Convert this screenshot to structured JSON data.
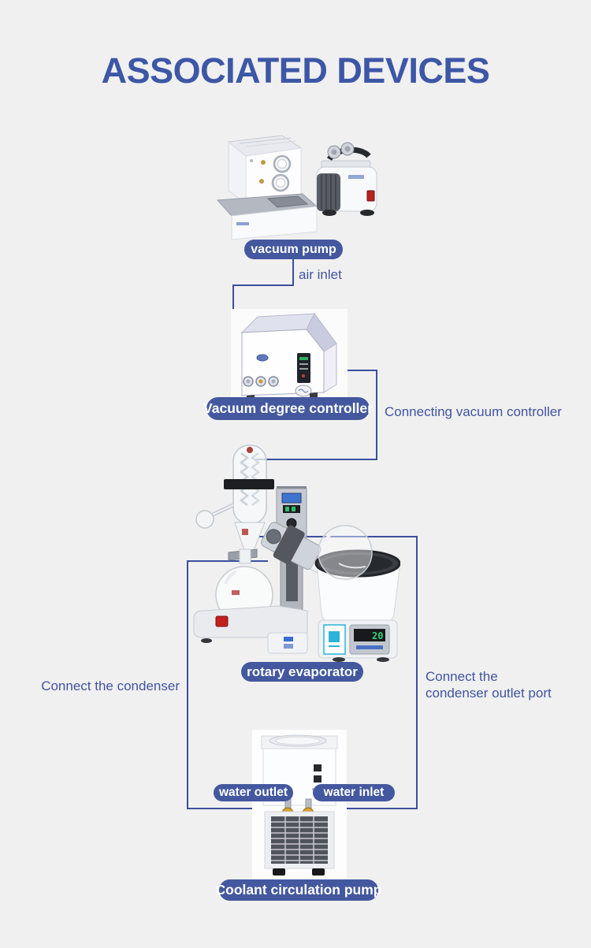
{
  "title": {
    "text": "ASSOCIATED DEVICES"
  },
  "colors": {
    "background": "#f0f0f1",
    "title": "#3d57a6",
    "pill_bg": "#44589f",
    "pill_text": "#ffffff",
    "line": "#3b4f9c",
    "annotation": "#41549f"
  },
  "pills": {
    "vacuum_pump": "vacuum pump",
    "vacuum_degree_controller": "Vacuum degree controller",
    "rotary_evaporator": "rotary evaporator",
    "water_outlet": "water outlet",
    "water_inlet": "water inlet",
    "coolant_circulation_pump": "Coolant circulation pump"
  },
  "annotations": {
    "air_inlet": "air inlet",
    "connecting_vacuum_controller": "Connecting vacuum controller",
    "connect_the_condenser": "Connect the condenser",
    "connect_condenser_outlet_line1": "Connect the",
    "connect_condenser_outlet_line2": "condenser outlet port"
  },
  "devices": [
    {
      "name": "vacuum pump"
    },
    {
      "name": "vacuum degree controller"
    },
    {
      "name": "rotary evaporator"
    },
    {
      "name": "coolant circulation pump"
    }
  ]
}
